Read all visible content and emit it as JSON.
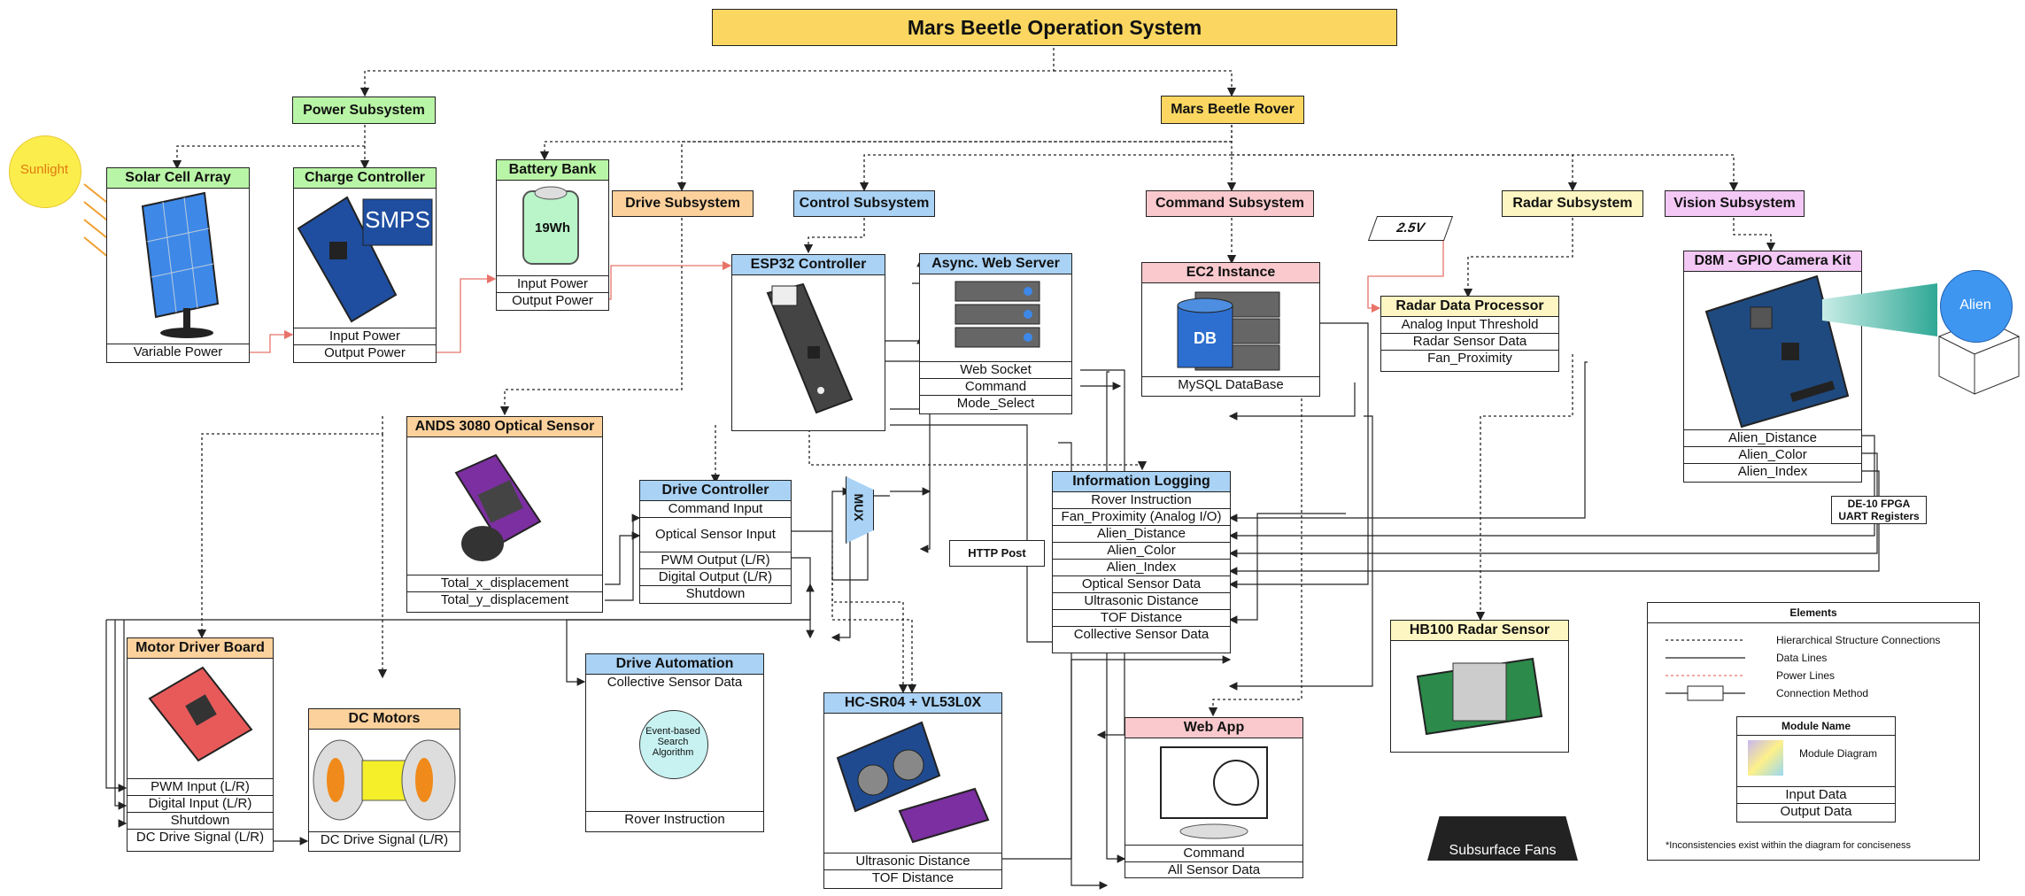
{
  "title": "Mars Beetle Operation System",
  "sunlight": "Sunlight",
  "alien": "Alien",
  "subsystems": {
    "power": "Power Subsystem",
    "rover": "Mars Beetle Rover",
    "drive": "Drive Subsystem",
    "control": "Control Subsystem",
    "command": "Command Subsystem",
    "radar": "Radar Subsystem",
    "vision": "Vision Subsystem"
  },
  "voltage": "2.5V",
  "fpga": "DE-10 FPGA UART Registers",
  "http_post": "HTTP Post",
  "mux": "MUX",
  "modules": {
    "solar": {
      "title": "Solar Cell Array",
      "rows": [
        "Variable Power"
      ]
    },
    "charge": {
      "title": "Charge Controller",
      "badge": "SMPS",
      "rows": [
        "Input Power",
        "Output Power"
      ]
    },
    "battery": {
      "title": "Battery Bank",
      "badge": "19Wh",
      "rows": [
        "Input Power",
        "Output Power"
      ]
    },
    "esp32": {
      "title": "ESP32 Controller",
      "rows": []
    },
    "webserver": {
      "title": "Async. Web Server",
      "rows": [
        "Web Socket",
        "Command",
        "Mode_Select"
      ]
    },
    "ec2": {
      "title": "EC2 Instance",
      "badge": "DB",
      "rows": [
        "MySQL DataBase"
      ]
    },
    "radarproc": {
      "title": "Radar Data Processor",
      "rows": [
        "Analog Input Threshold",
        "Radar Sensor Data",
        "Fan_Proximity"
      ]
    },
    "camera": {
      "title": "D8M - GPIO Camera Kit",
      "rows": [
        "Alien_Distance",
        "Alien_Color",
        "Alien_Index"
      ]
    },
    "optical": {
      "title": "ANDS 3080 Optical Sensor",
      "rows": [
        "Total_x_displacement",
        "Total_y_displacement"
      ]
    },
    "drivectl": {
      "title": "Drive Controller",
      "rows": [
        "Command Input",
        "Optical Sensor Input",
        "PWM Output (L/R)",
        "Digital Output (L/R)",
        "Shutdown"
      ]
    },
    "infolog": {
      "title": "Information Logging",
      "rows": [
        "Rover Instruction",
        "Fan_Proximity (Analog I/O)",
        "Alien_Distance",
        "Alien_Color",
        "Alien_Index",
        "Optical Sensor Data",
        "Ultrasonic Distance",
        "TOF Distance",
        "Collective Sensor Data"
      ]
    },
    "motordrv": {
      "title": "Motor Driver Board",
      "rows": [
        "PWM Input (L/R)",
        "Digital Input (L/R)",
        "Shutdown",
        "DC Drive Signal (L/R)"
      ]
    },
    "dcmotors": {
      "title": "DC Motors",
      "rows": [
        "DC Drive Signal (L/R)"
      ]
    },
    "automation": {
      "title": "Drive Automation",
      "rows": [
        "Collective Sensor Data",
        "Rover Instruction"
      ],
      "algo": "Event-based Search Algorithm"
    },
    "hcsr": {
      "title": "HC-SR04 + VL53L0X",
      "rows": [
        "Ultrasonic Distance",
        "TOF Distance"
      ]
    },
    "webapp": {
      "title": "Web App",
      "rows": [
        "Command",
        "All Sensor Data"
      ]
    },
    "hb100": {
      "title": "HB100 Radar Sensor",
      "rows": []
    }
  },
  "fans": "Subsurface Fans",
  "legend": {
    "title": "Elements",
    "hier": "Hierarchical Structure Connections",
    "data": "Data Lines",
    "power": "Power Lines",
    "conn": "Connection Method",
    "module_name": "Module Name",
    "module_diagram": "Module Diagram",
    "input": "Input Data",
    "output": "Output Data",
    "footnote": "*Inconsistencies exist within the diagram for conciseness"
  },
  "colors": {
    "power": "#e8736b",
    "hier": "#222222",
    "data": "#222222",
    "title_bg": "#fbd761"
  }
}
